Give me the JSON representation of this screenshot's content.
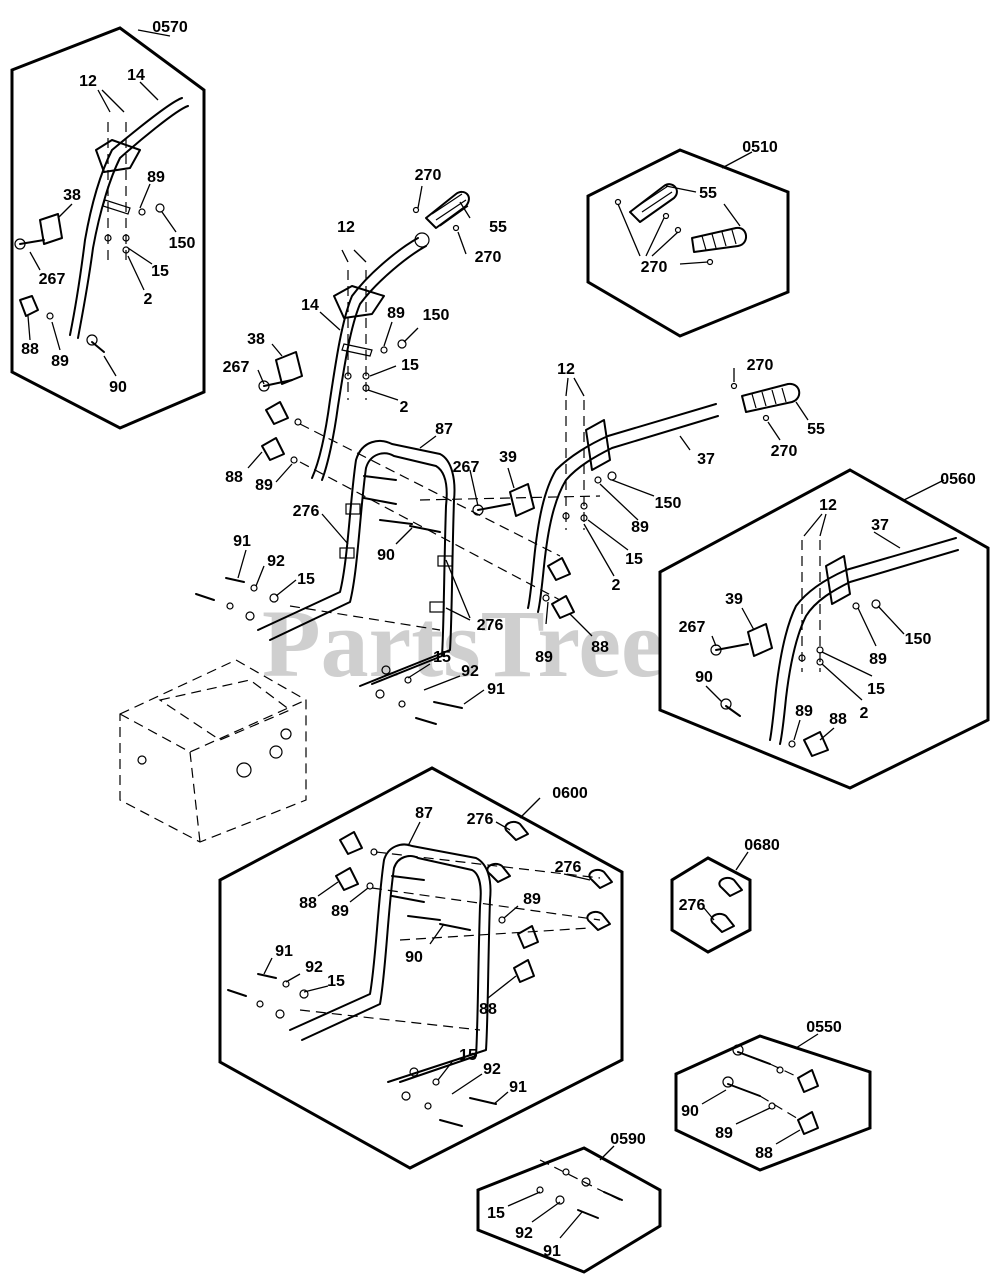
{
  "watermark": "PartsTree",
  "kits": {
    "k0570": "0570",
    "k0510": "0510",
    "k0560": "0560",
    "k0600": "0600",
    "k0680": "0680",
    "k0550": "0550",
    "k0590": "0590"
  },
  "parts": {
    "p2": "2",
    "p12": "12",
    "p14": "14",
    "p15": "15",
    "p37": "37",
    "p38": "38",
    "p39": "39",
    "p55": "55",
    "p87": "87",
    "p88": "88",
    "p89": "89",
    "p90": "90",
    "p91": "91",
    "p92": "92",
    "p150": "150",
    "p267": "267",
    "p270": "270",
    "p276": "276"
  }
}
